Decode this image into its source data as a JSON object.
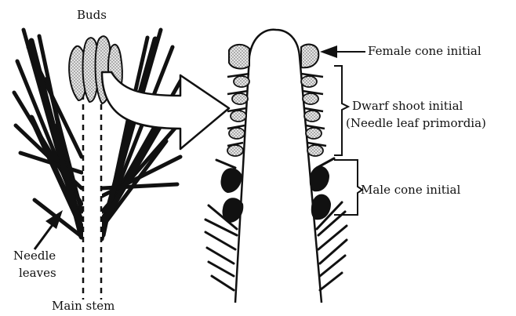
{
  "labels": {
    "buds": "Buds",
    "female_cone_initial": "Female cone initial",
    "dwarf_shoot_initial": "Dwarf shoot initial",
    "needle_leaf_primordia": "(Needle leaf primordia)",
    "male_cone_initial": "Male cone initial",
    "needle": "Needle",
    "leaves": "leaves",
    "main_stem": "Main stem"
  },
  "colors": {
    "ink": "#111111",
    "bud_fill": "#d8d8d8",
    "background": "#ffffff"
  }
}
